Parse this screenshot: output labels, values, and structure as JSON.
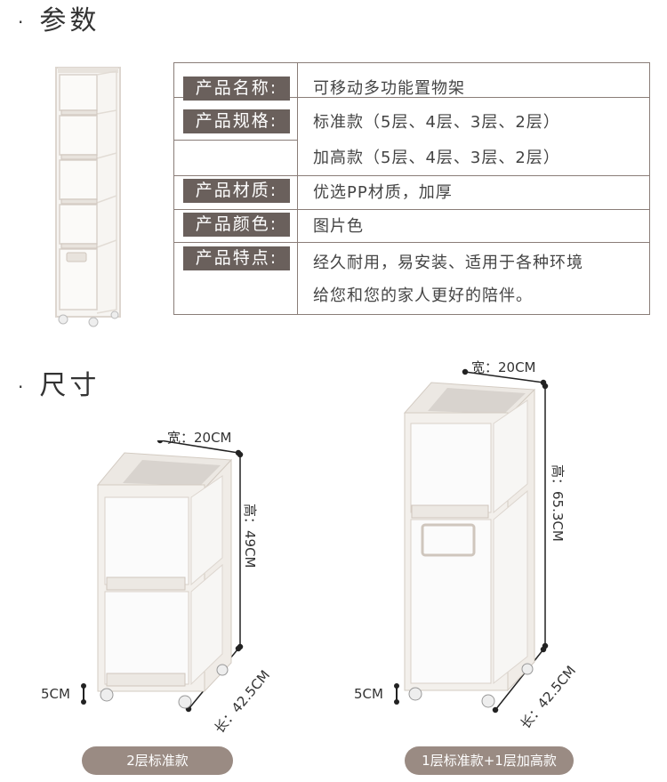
{
  "params": {
    "title": "参数",
    "rows": [
      {
        "label": "产品名称:",
        "value": "可移动多功能置物架"
      },
      {
        "label": "产品规格:",
        "value": "标准款（5层、4层、3层、2层）"
      },
      {
        "label": "",
        "value": "加高款（5层、4层、3层、2层）"
      },
      {
        "label": "产品材质:",
        "value": "优选PP材质，加厚"
      },
      {
        "label": "产品颜色:",
        "value": "图片色"
      },
      {
        "label": "产品特点:",
        "value": "经久耐用，易安装、适用于各种环境"
      },
      {
        "label": "",
        "value": "给您和您的家人更好的陪伴。"
      }
    ]
  },
  "size": {
    "title": "尺寸",
    "left": {
      "width": "宽：20CM",
      "height": "高：49CM",
      "length": "长：42.5CM",
      "wheel": "5CM",
      "caption": "2层标准款"
    },
    "right": {
      "width": "宽：20CM",
      "height": "高：65.3CM",
      "length": "长：42.5CM",
      "wheel": "5CM",
      "caption": "1层标准款+1层加高款"
    }
  },
  "colors": {
    "label_bg": "#6a605c",
    "table_border": "#8a7d78",
    "pill_bg": "#9a8b83",
    "shelf_frame": "#ece8e3"
  }
}
